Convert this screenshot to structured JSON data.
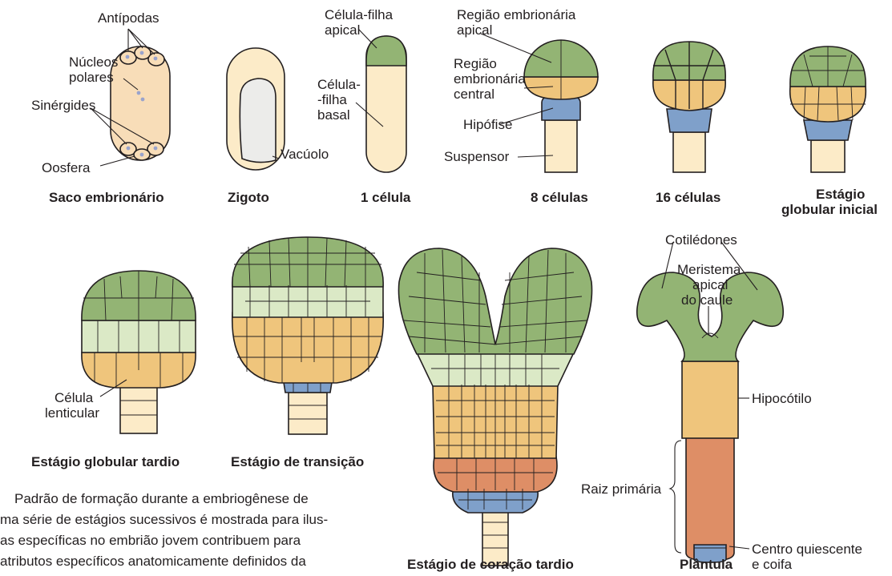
{
  "colors": {
    "apical_green": "#93b474",
    "light_green": "#dbe9c6",
    "central_tan": "#efc57c",
    "hypophysis_blue": "#7fa0ca",
    "suspensor_cream": "#fcebc8",
    "root_orange": "#de8e66",
    "sac_peach": "#f8ddb8",
    "nucleus_lilac": "#9aa3cc"
  },
  "labels": {
    "antipodas": "Antípodas",
    "nucleos_polares_1": "Núcleos",
    "nucleos_polares_2": "polares",
    "sinergides": "Sinérgides",
    "oosfera": "Oosfera",
    "vacuolo": "Vacúolo",
    "celula_filha_apical_1": "Célula-filha",
    "celula_filha_apical_2": "apical",
    "celula_filha_basal_1": "Célula-",
    "celula_filha_basal_2": "-filha",
    "celula_filha_basal_3": "basal",
    "regiao_apical_1": "Região embrionária",
    "regiao_apical_2": "apical",
    "regiao_central_1": "Região",
    "regiao_central_2": "embrionária",
    "regiao_central_3": "central",
    "hipofise": "Hipófise",
    "suspensor": "Suspensor",
    "celula_lenticular_1": "Célula",
    "celula_lenticular_2": "lenticular",
    "cotiledones": "Cotilédones",
    "meristema_1": "Meristema",
    "meristema_2": "apical",
    "meristema_3": "do caule",
    "hipocotilo": "Hipocótilo",
    "raiz_primaria": "Raiz primária",
    "centro_quiescente_1": "Centro quiescente",
    "centro_quiescente_2": "e coifa"
  },
  "stages": {
    "saco": "Saco embrionário",
    "zigoto": "Zigoto",
    "uma_celula": "1 célula",
    "oito_celulas": "8 células",
    "dezesseis_celulas": "16 células",
    "globular_inicial_1": "Estágio",
    "globular_inicial_2": "globular inicial",
    "globular_tardio": "Estágio globular tardio",
    "transicao": "Estágio de transição",
    "coracao_tardio": "Estágio de coração tardio",
    "plantula": "Plântula"
  },
  "caption_lines": [
    "Padrão de formação durante a embriogênese de",
    "ma série de estágios sucessivos é mostrada para ilus-",
    "as específicas no embrião jovem contribuem para",
    "atributos específicos anatomicamente definidos da"
  ]
}
